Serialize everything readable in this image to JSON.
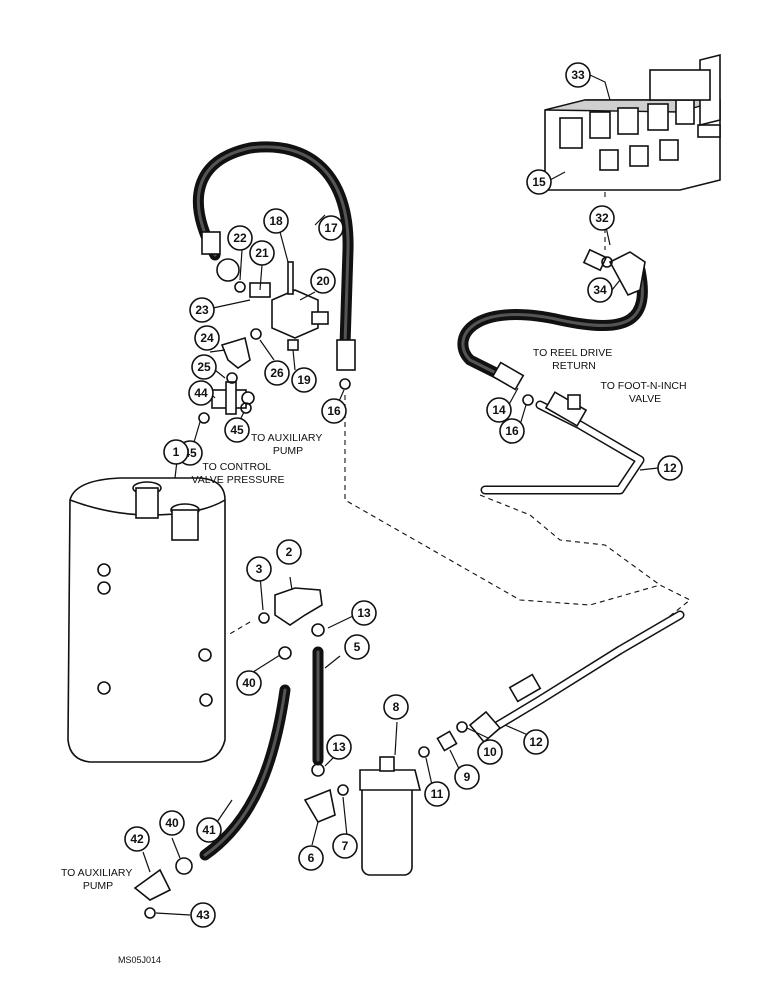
{
  "notes": {
    "to_reel_drive_return": [
      "TO REEL DRIVE",
      "RETURN"
    ],
    "to_foot_n_inch_valve": [
      "TO FOOT-N-INCH",
      "VALVE"
    ],
    "to_auxiliary_pump_upper": [
      "TO AUXILIARY",
      "PUMP"
    ],
    "to_control_valve_pressure": [
      "TO CONTROL",
      "VALVE PRESSURE"
    ],
    "to_auxiliary_pump_lower": [
      "TO AUXILIARY",
      "PUMP"
    ]
  },
  "drawing_code": "MS05J014",
  "callouts": [
    {
      "id": "c33",
      "label": "33"
    },
    {
      "id": "c15",
      "label": "15"
    },
    {
      "id": "c32",
      "label": "32"
    },
    {
      "id": "c34",
      "label": "34"
    },
    {
      "id": "c14",
      "label": "14"
    },
    {
      "id": "c16r",
      "label": "16"
    },
    {
      "id": "c12a",
      "label": "12"
    },
    {
      "id": "c18",
      "label": "18"
    },
    {
      "id": "c17",
      "label": "17"
    },
    {
      "id": "c22",
      "label": "22"
    },
    {
      "id": "c21",
      "label": "21"
    },
    {
      "id": "c20",
      "label": "20"
    },
    {
      "id": "c23",
      "label": "23"
    },
    {
      "id": "c24",
      "label": "24"
    },
    {
      "id": "c26",
      "label": "26"
    },
    {
      "id": "c19",
      "label": "19"
    },
    {
      "id": "c25",
      "label": "25"
    },
    {
      "id": "c44",
      "label": "44"
    },
    {
      "id": "c45a",
      "label": "45"
    },
    {
      "id": "c16l",
      "label": "16"
    },
    {
      "id": "c45b",
      "label": "45"
    },
    {
      "id": "c1",
      "label": "1"
    },
    {
      "id": "c2",
      "label": "2"
    },
    {
      "id": "c3",
      "label": "3"
    },
    {
      "id": "c13a",
      "label": "13"
    },
    {
      "id": "c5",
      "label": "5"
    },
    {
      "id": "c40a",
      "label": "40"
    },
    {
      "id": "c8",
      "label": "8"
    },
    {
      "id": "c13b",
      "label": "13"
    },
    {
      "id": "c12b",
      "label": "12"
    },
    {
      "id": "c10",
      "label": "10"
    },
    {
      "id": "c9",
      "label": "9"
    },
    {
      "id": "c11",
      "label": "11"
    },
    {
      "id": "c41",
      "label": "41"
    },
    {
      "id": "c7",
      "label": "7"
    },
    {
      "id": "c6",
      "label": "6"
    },
    {
      "id": "c42",
      "label": "42"
    },
    {
      "id": "c40b",
      "label": "40"
    },
    {
      "id": "c43",
      "label": "43"
    }
  ]
}
